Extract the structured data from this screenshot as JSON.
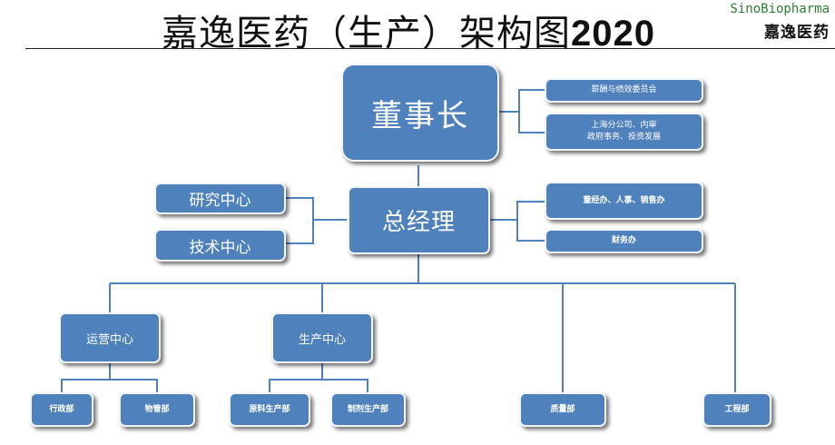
{
  "header": {
    "title_text": "嘉逸医药（生产）架构图",
    "title_year": "2020",
    "logo_line1": "SinoBiopharma",
    "logo_line2": "嘉逸医药"
  },
  "chart": {
    "chairman": "董事长",
    "chairman_side": [
      "薪酬与绩效委员会",
      "上海分公司、内审\n政府事务、投资发展"
    ],
    "gm": "总经理",
    "gm_left": [
      "研究中心",
      "技术中心"
    ],
    "gm_right": [
      "董经办、人事、销售办",
      "财务办"
    ],
    "centers": [
      "运营中心",
      "生产中心"
    ],
    "ops_depts": [
      "行政部",
      "物管部"
    ],
    "prod_depts": [
      "原料生产部",
      "制剂生产部"
    ],
    "other_depts": [
      "质量部",
      "工程部"
    ]
  }
}
